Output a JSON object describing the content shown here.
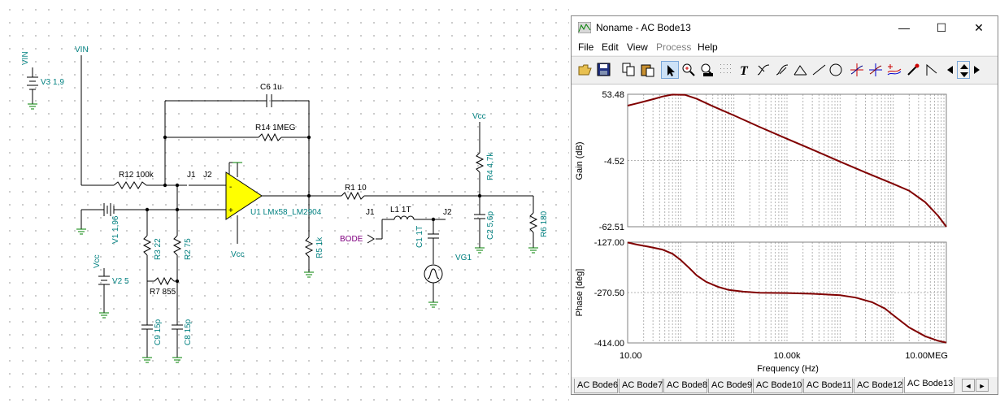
{
  "schematic": {
    "labels": {
      "vin_v3": "VIN",
      "v3": "V3 1,9",
      "vin_top": "VIN",
      "c6": "C6 1u",
      "r14": "R14 1MEG",
      "r12": "R12 100k",
      "j1_left": "J1",
      "j2_top": "J2",
      "u1": "U1 LMx58_LM2904",
      "vcc_u1": "Vcc",
      "v1": "V1 1,96",
      "r3": "R3 22",
      "r2": "R2 75",
      "vcc_v2": "Vcc",
      "v2": "V2 5",
      "r7": "R7 855",
      "c9": "C9 15p",
      "c8": "C8 15p",
      "r1": "R1 10",
      "r5": "R5 1k",
      "j1_bode": "J1",
      "l1": "L1 1T",
      "j2_right": "J2",
      "bode": "BODE",
      "c1": "C1 1T",
      "vg1": "VG1",
      "vcc_r4": "Vcc",
      "r4": "R4 4,7k",
      "c2": "C2 5,6p",
      "r6": "R6 180"
    }
  },
  "window": {
    "title": "Noname - AC Bode13",
    "controls": {
      "minimize": "—",
      "maximize": "☐",
      "close": "✕"
    },
    "menu": [
      "File",
      "Edit",
      "View",
      "Process",
      "Help"
    ],
    "toolbar_icons": [
      "open-icon",
      "save-icon",
      "copy-icon",
      "paste-icon",
      "pointer-icon",
      "zoom-in-icon",
      "zoom-100-icon",
      "grid-icon",
      "text-icon",
      "curve-label-icon",
      "curve-label-2-icon",
      "angle-icon",
      "line-icon",
      "circle-icon",
      "cursor-a-icon",
      "cursor-b-icon",
      "add-curve-icon",
      "marker-icon",
      "step-icon",
      "scroll-left-icon",
      "scroll-updown-icon",
      "scroll-right-icon"
    ],
    "colors": {
      "curve": "#800000",
      "grid": "#b4b4b4",
      "accent": "#0078d7"
    }
  },
  "chart_data": [
    {
      "type": "line",
      "title": "",
      "xlabel": "Frequency (Hz)",
      "ylabel": "Gain (dB)",
      "x_scale": "log",
      "xlim": [
        10,
        10000000
      ],
      "ylim": [
        -62.51,
        53.48
      ],
      "y_ticks": [
        "53.48",
        "-4.52",
        "-62.51"
      ],
      "grid": true,
      "series": [
        {
          "x": [
            10,
            15,
            22,
            32,
            45,
            70,
            120,
            200,
            400,
            1000,
            3000,
            10000,
            30000,
            100000,
            300000,
            1000000,
            2000000,
            4000000,
            7000000,
            10000000
          ],
          "y": [
            43.5,
            45.5,
            47.5,
            49.5,
            51.5,
            53.2,
            53.0,
            49.5,
            43.0,
            35.0,
            25.0,
            14.5,
            5.0,
            -5.5,
            -15.0,
            -25.0,
            -31.0,
            -41.0,
            -53.0,
            -62.5
          ]
        }
      ]
    },
    {
      "type": "line",
      "title": "",
      "xlabel": "Frequency (Hz)",
      "ylabel": "Phase [deg]",
      "x_scale": "log",
      "xlim": [
        10,
        10000000
      ],
      "ylim": [
        -414.0,
        -127.0
      ],
      "x_ticks": [
        "10.00",
        "10.00k",
        "10.00MEG"
      ],
      "y_ticks": [
        "-127.00",
        "-270.50",
        "-414.00"
      ],
      "grid": true,
      "series": [
        {
          "x": [
            10,
            15,
            25,
            45,
            70,
            100,
            150,
            200,
            300,
            500,
            800,
            1500,
            3000,
            10000,
            30000,
            100000,
            200000,
            400000,
            700000,
            1000000,
            2000000,
            4000000,
            7000000,
            10000000
          ],
          "y": [
            -128,
            -134,
            -140,
            -148,
            -160,
            -178,
            -203,
            -222,
            -240,
            -254,
            -263,
            -268,
            -271,
            -272,
            -274,
            -278,
            -285,
            -298,
            -316,
            -335,
            -370,
            -395,
            -408,
            -413
          ]
        }
      ]
    }
  ],
  "tabs": {
    "items": [
      "AC Bode6",
      "AC Bode7",
      "AC Bode8",
      "AC Bode9",
      "AC Bode10",
      "AC Bode11",
      "AC Bode12",
      "AC Bode13"
    ],
    "active": "AC Bode13",
    "nav_left": "◄",
    "nav_right": "►"
  }
}
